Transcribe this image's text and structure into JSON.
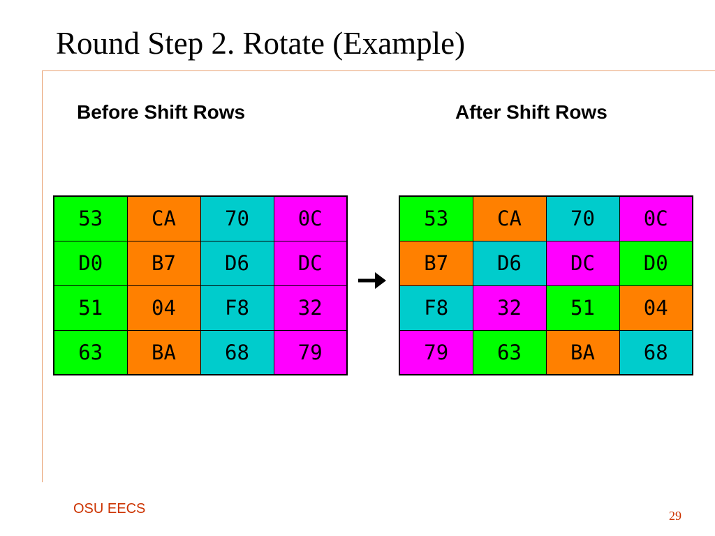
{
  "slide": {
    "title": "Round Step 2. Rotate (Example)",
    "before_heading": "Before Shift Rows",
    "after_heading": "After Shift Rows",
    "arrow_icon": "right-arrow-icon",
    "footer_left": "OSU EECS",
    "page_number": "29"
  },
  "colors": {
    "green": "#00ff00",
    "orange": "#ff8000",
    "cyan": "#00cccc",
    "magenta": "#ff00ff",
    "accent": "#cc3300",
    "rule": "#e8a070"
  },
  "before_grid": [
    [
      {
        "v": "53",
        "c": "green"
      },
      {
        "v": "CA",
        "c": "orange"
      },
      {
        "v": "70",
        "c": "cyan"
      },
      {
        "v": "0C",
        "c": "magenta"
      }
    ],
    [
      {
        "v": "D0",
        "c": "green"
      },
      {
        "v": "B7",
        "c": "orange"
      },
      {
        "v": "D6",
        "c": "cyan"
      },
      {
        "v": "DC",
        "c": "magenta"
      }
    ],
    [
      {
        "v": "51",
        "c": "green"
      },
      {
        "v": "04",
        "c": "orange"
      },
      {
        "v": "F8",
        "c": "cyan"
      },
      {
        "v": "32",
        "c": "magenta"
      }
    ],
    [
      {
        "v": "63",
        "c": "green"
      },
      {
        "v": "BA",
        "c": "orange"
      },
      {
        "v": "68",
        "c": "cyan"
      },
      {
        "v": "79",
        "c": "magenta"
      }
    ]
  ],
  "after_grid": [
    [
      {
        "v": "53",
        "c": "green"
      },
      {
        "v": "CA",
        "c": "orange"
      },
      {
        "v": "70",
        "c": "cyan"
      },
      {
        "v": "0C",
        "c": "magenta"
      }
    ],
    [
      {
        "v": "B7",
        "c": "orange"
      },
      {
        "v": "D6",
        "c": "cyan"
      },
      {
        "v": "DC",
        "c": "magenta"
      },
      {
        "v": "D0",
        "c": "green"
      }
    ],
    [
      {
        "v": "F8",
        "c": "cyan"
      },
      {
        "v": "32",
        "c": "magenta"
      },
      {
        "v": "51",
        "c": "green"
      },
      {
        "v": "04",
        "c": "orange"
      }
    ],
    [
      {
        "v": "79",
        "c": "magenta"
      },
      {
        "v": "63",
        "c": "green"
      },
      {
        "v": "BA",
        "c": "orange"
      },
      {
        "v": "68",
        "c": "cyan"
      }
    ]
  ]
}
